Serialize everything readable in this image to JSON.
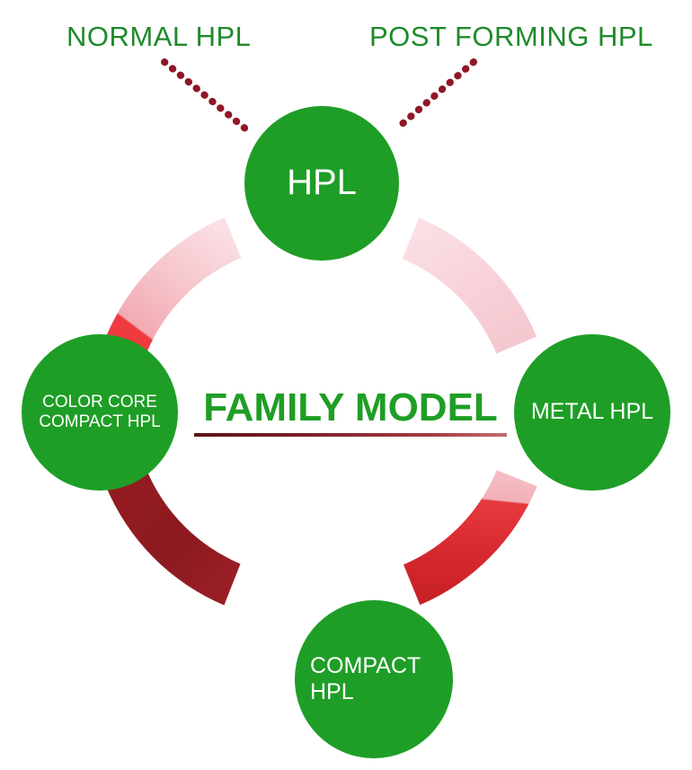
{
  "diagram": {
    "title": "FAMILY MODEL",
    "type": "circular-cycle-diagram",
    "background_color": "#ffffff",
    "accent_green": "#1e9e26",
    "accent_dark_red": "#7b2029"
  },
  "callouts": [
    {
      "id": "normal-hpl",
      "label": "NORMAL HPL",
      "color": "#1f8a2a",
      "connector": "dotted-line",
      "connector_color": "#8f1726",
      "points_to": "HPL"
    },
    {
      "id": "post-forming-hpl",
      "label": "POST FORMING HPL",
      "color": "#1f8a2a",
      "connector": "dotted-line",
      "connector_color": "#8f1726",
      "points_to": "HPL"
    }
  ],
  "center": {
    "title": "FAMILY MODEL",
    "title_color": "#1f9e25",
    "underline_color": "#7b2029"
  },
  "nodes": [
    {
      "id": "hpl",
      "label": "HPL",
      "position": "top",
      "fill": "#1e9e26",
      "text_color": "#ffffff"
    },
    {
      "id": "metal-hpl",
      "label": "METAL HPL",
      "position": "right",
      "fill": "#1e9e26",
      "text_color": "#ffffff"
    },
    {
      "id": "compact-hpl",
      "label": "COMPACT\nHPL",
      "position": "bottom",
      "fill": "#1e9e26",
      "text_color": "#ffffff"
    },
    {
      "id": "color-core-compact-hpl",
      "label": "COLOR CORE\nCOMPACT HPL",
      "position": "left",
      "fill": "#1e9e26",
      "text_color": "#ffffff"
    }
  ],
  "arcs": [
    {
      "id": "arc-top-right",
      "from": "hpl",
      "to": "metal-hpl",
      "color_start": "#fadde2",
      "color_end": "#f6ccd4"
    },
    {
      "id": "arc-bottom-right",
      "from": "metal-hpl",
      "to": "compact-hpl",
      "color_start": "#f0b6bd",
      "color_end": "#e02a30"
    },
    {
      "id": "arc-bottom-left",
      "from": "compact-hpl",
      "to": "color-core-compact-hpl",
      "color_start": "#8e1a20",
      "color_end": "#a01f24"
    },
    {
      "id": "arc-top-left",
      "from": "color-core-compact-hpl",
      "to": "hpl",
      "color_start": "#ef3b3f",
      "color_end": "#f6c6cd"
    }
  ]
}
